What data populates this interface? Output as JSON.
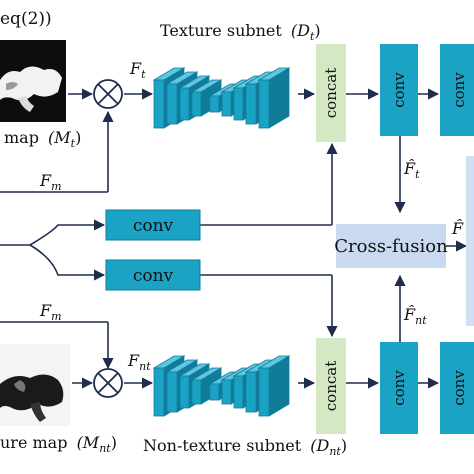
{
  "top_left_fragment": "eq(2))",
  "texture_subnet": {
    "label": "Texture subnet",
    "symbol": "(D",
    "sub": "t",
    "close": ")"
  },
  "nontexture_subnet": {
    "label": "Non-texture subnet",
    "symbol": "(D",
    "sub": "nt",
    "close": ")"
  },
  "texture_map": {
    "label": "map",
    "symbol": "(M",
    "sub": "t",
    "close": ")"
  },
  "nontexture_map": {
    "label": "ure map",
    "symbol": "(M",
    "sub": "nt",
    "close": ")"
  },
  "f_t": {
    "base": "F",
    "sub": "t"
  },
  "f_nt": {
    "base": "F",
    "sub": "nt"
  },
  "f_m_top": {
    "base": "F",
    "sub": "m"
  },
  "f_m_bottom": {
    "base": "F",
    "sub": "m"
  },
  "f_hat_t": {
    "base": "F̂",
    "sub": "t"
  },
  "f_hat_nt": {
    "base": "F̂",
    "sub": "nt"
  },
  "f_hat": "F̂",
  "conv_mid_top": "conv",
  "conv_mid_bottom": "conv",
  "concat_top": "concat",
  "concat_bottom": "concat",
  "conv_top_1": "conv",
  "conv_top_2": "conv",
  "conv_bottom_1": "conv",
  "conv_bottom_2": "conv",
  "cross_fusion": "Cross-fusion",
  "multiply_symbol": "⊗",
  "colors": {
    "teal": "#1ba3c6",
    "teal_dark": "#117c99",
    "concat_green": "#d5e8c4",
    "fusion_blue": "#c9d9f0",
    "arrow": "#1f2d4d"
  }
}
